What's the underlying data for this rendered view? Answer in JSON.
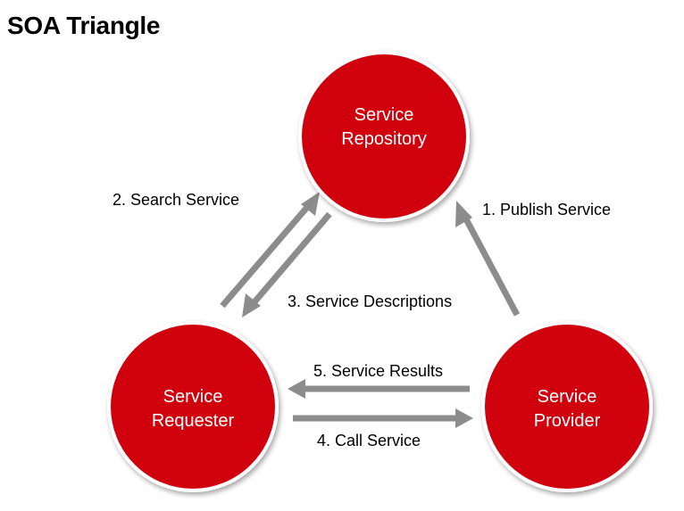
{
  "title": "SOA Triangle",
  "colors": {
    "node_fill": "#d0000f",
    "node_stroke": "#ffffff",
    "arrow": "#8c8c8c",
    "node_text": "#ffffff",
    "label_text": "#000000"
  },
  "nodes": {
    "repository": {
      "line1": "Service",
      "line2": "Repository"
    },
    "requester": {
      "line1": "Service",
      "line2": "Requester"
    },
    "provider": {
      "line1": "Service",
      "line2": "Provider"
    }
  },
  "edges": {
    "publish": "1. Publish Service",
    "search": "2. Search Service",
    "descriptions": "3. Service Descriptions",
    "call": "4. Call Service",
    "results": "5. Service Results"
  }
}
